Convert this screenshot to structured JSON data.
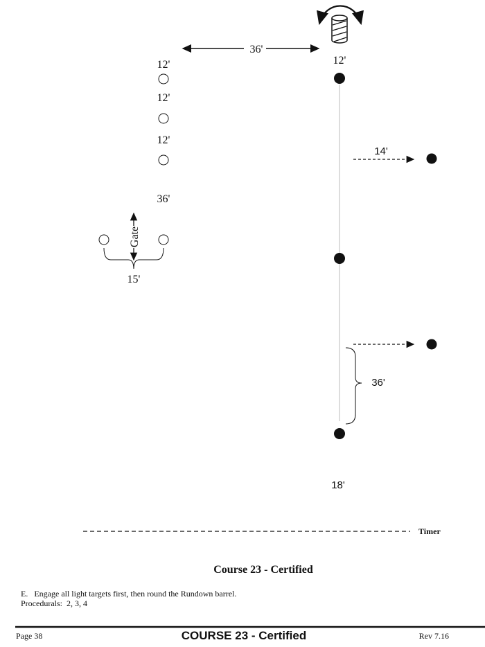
{
  "diagram": {
    "top_distance": "36'",
    "barrel_distance": "12'",
    "left_spacings": [
      "12'",
      "12'",
      "12'"
    ],
    "gate_distance": "36'",
    "gate_label": "Gate",
    "gate_width": "15'",
    "right_offset_top": "14'",
    "right_bracket_distance": "36'",
    "bottom_distance": "18'",
    "timer_label": "Timer"
  },
  "course_title": "Course 23 - Certified",
  "instructions": {
    "line1": "E.   Engage all light targets first, then round the Rundown barrel.",
    "line2": "Procedurals:  2, 3, 4"
  },
  "footer": {
    "page": "Page 38",
    "title": "COURSE 23 - Certified",
    "revision": "Rev 7.16"
  }
}
